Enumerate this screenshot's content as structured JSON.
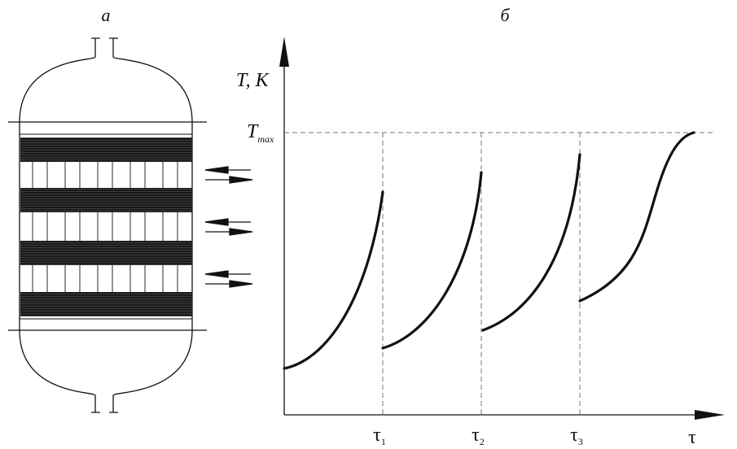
{
  "panel_a": {
    "label": "а"
  },
  "panel_b": {
    "label": "б"
  },
  "axis": {
    "y_label": "T, K",
    "x_label": "τ",
    "tmax_main": "T",
    "tmax_sub": "max"
  },
  "ticks": [
    {
      "main": "τ",
      "sub": "1"
    },
    {
      "main": "τ",
      "sub": "2"
    },
    {
      "main": "τ",
      "sub": "3"
    }
  ],
  "reactor": {
    "catalyst_layers": 4,
    "heat_exchange_zones": 3
  }
}
